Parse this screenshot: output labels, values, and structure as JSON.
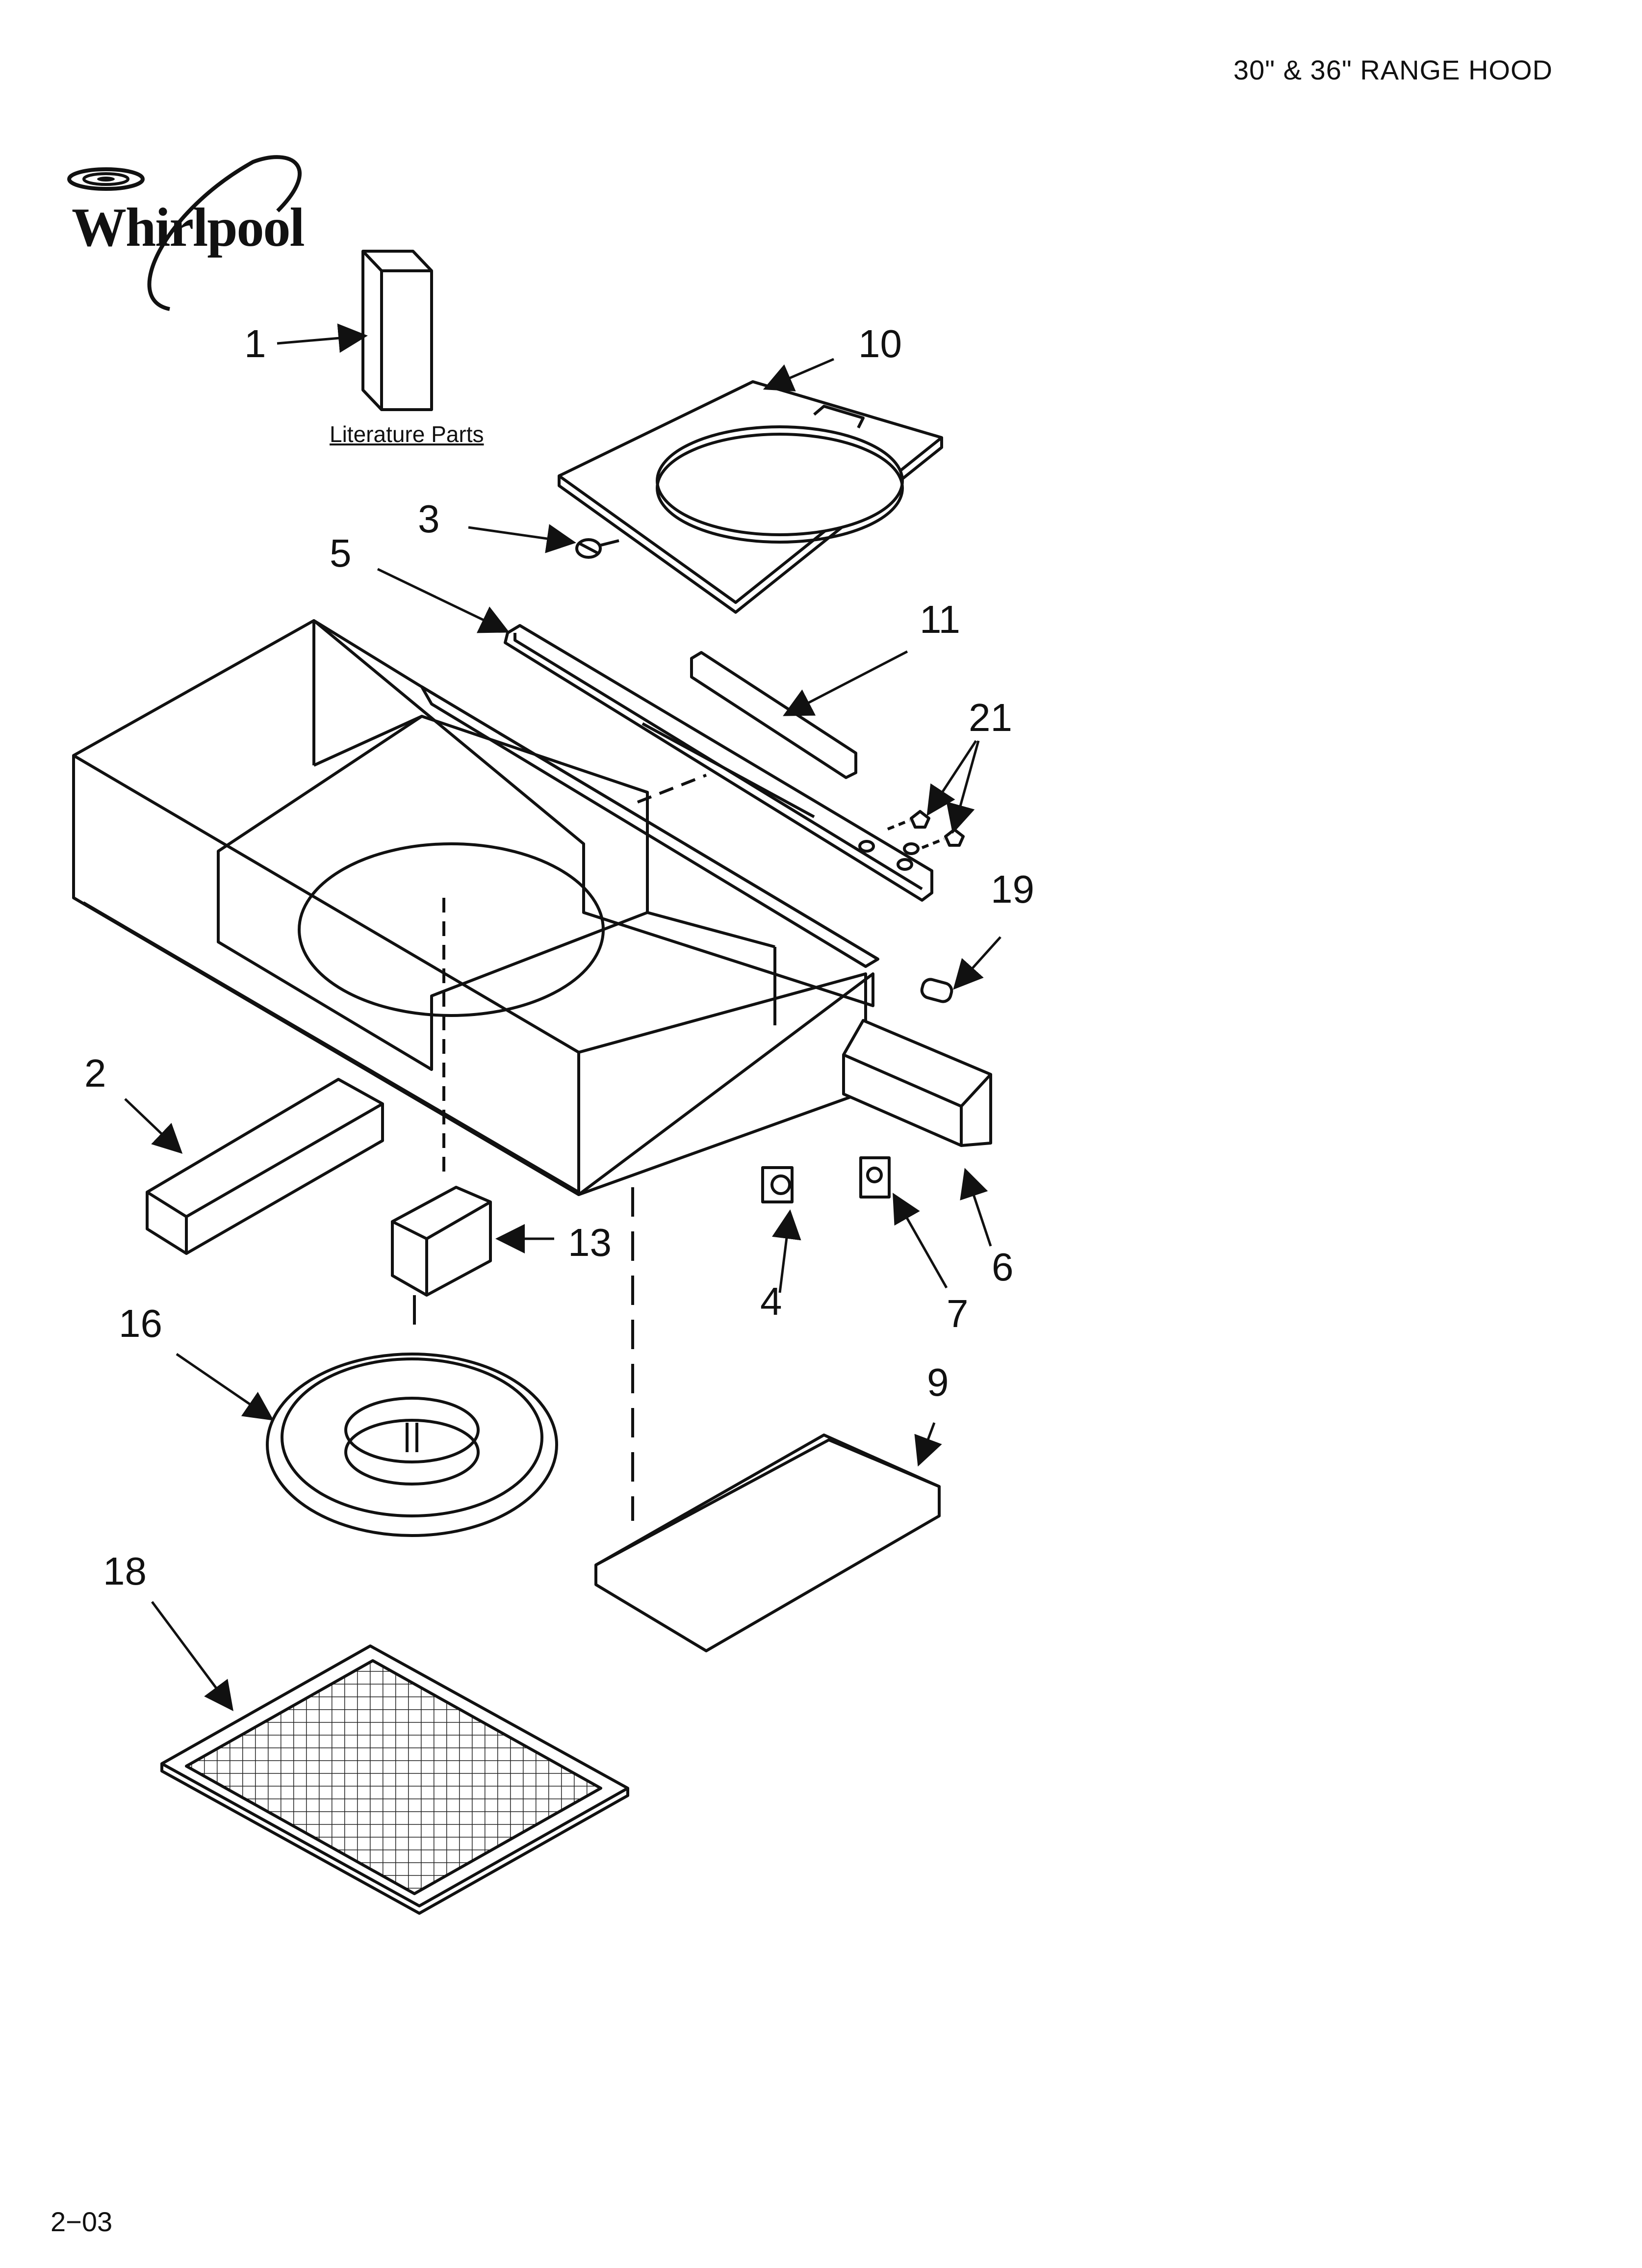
{
  "header": {
    "title": "30\" & 36\" RANGE HOOD"
  },
  "brand": {
    "logo_text": "Whirlpool"
  },
  "literature": {
    "label": "Literature Parts"
  },
  "footer": {
    "page_code": "2−03"
  },
  "callouts": {
    "c1": "1",
    "c2": "2",
    "c3": "3",
    "c4": "4",
    "c5": "5",
    "c6": "6",
    "c7": "7",
    "c9": "9",
    "c10": "10",
    "c11": "11",
    "c13": "13",
    "c16": "16",
    "c18": "18",
    "c19": "19",
    "c21": "21"
  }
}
